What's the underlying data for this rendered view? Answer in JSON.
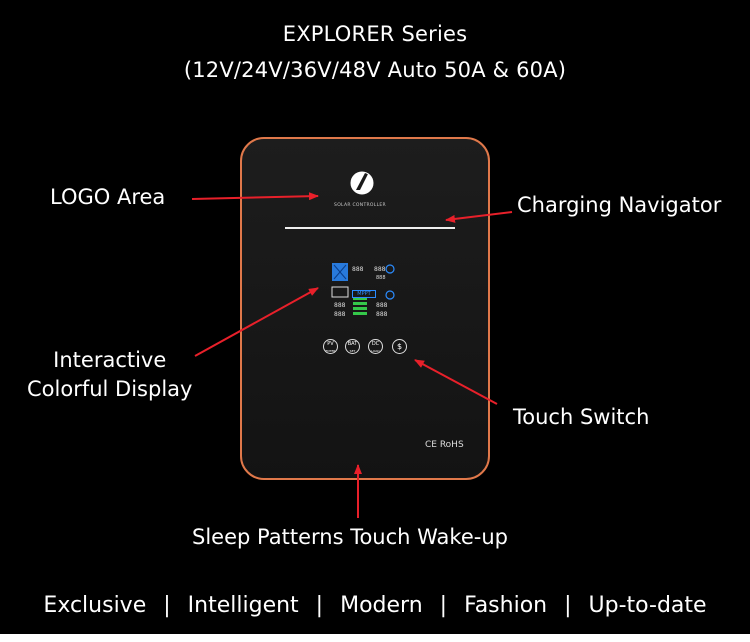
{
  "header": {
    "title": "EXPLORER Series",
    "subtitle": "(12V/24V/36V/48V Auto 50A & 60A)"
  },
  "callouts": {
    "logo_area": "LOGO Area",
    "charging_navigator": "Charging Navigator",
    "display_line1": "Interactive",
    "display_line2": "Colorful Display",
    "touch_switch": "Touch Switch",
    "sleep_wakeup": "Sleep Patterns Touch Wake-up"
  },
  "device": {
    "brand_text": "SOLAR CONTROLLER",
    "display_badge": "MPPT",
    "buttons": [
      {
        "top": "PV",
        "bottom": "ENTER"
      },
      {
        "top": "BAT",
        "bottom": "SET"
      },
      {
        "top": "DC",
        "bottom": "LOAD"
      },
      {
        "top": "$",
        "bottom": ""
      }
    ],
    "certification": "CE RoHS"
  },
  "footer": {
    "tags": [
      "Exclusive",
      "Intelligent",
      "Modern",
      "Fashion",
      "Up-to-date"
    ],
    "separator": "|"
  },
  "colors": {
    "background": "#000000",
    "device_border": "#e0784a",
    "arrow": "#e8202a",
    "display_blue": "#2b8cff",
    "display_green": "#35c84a"
  }
}
